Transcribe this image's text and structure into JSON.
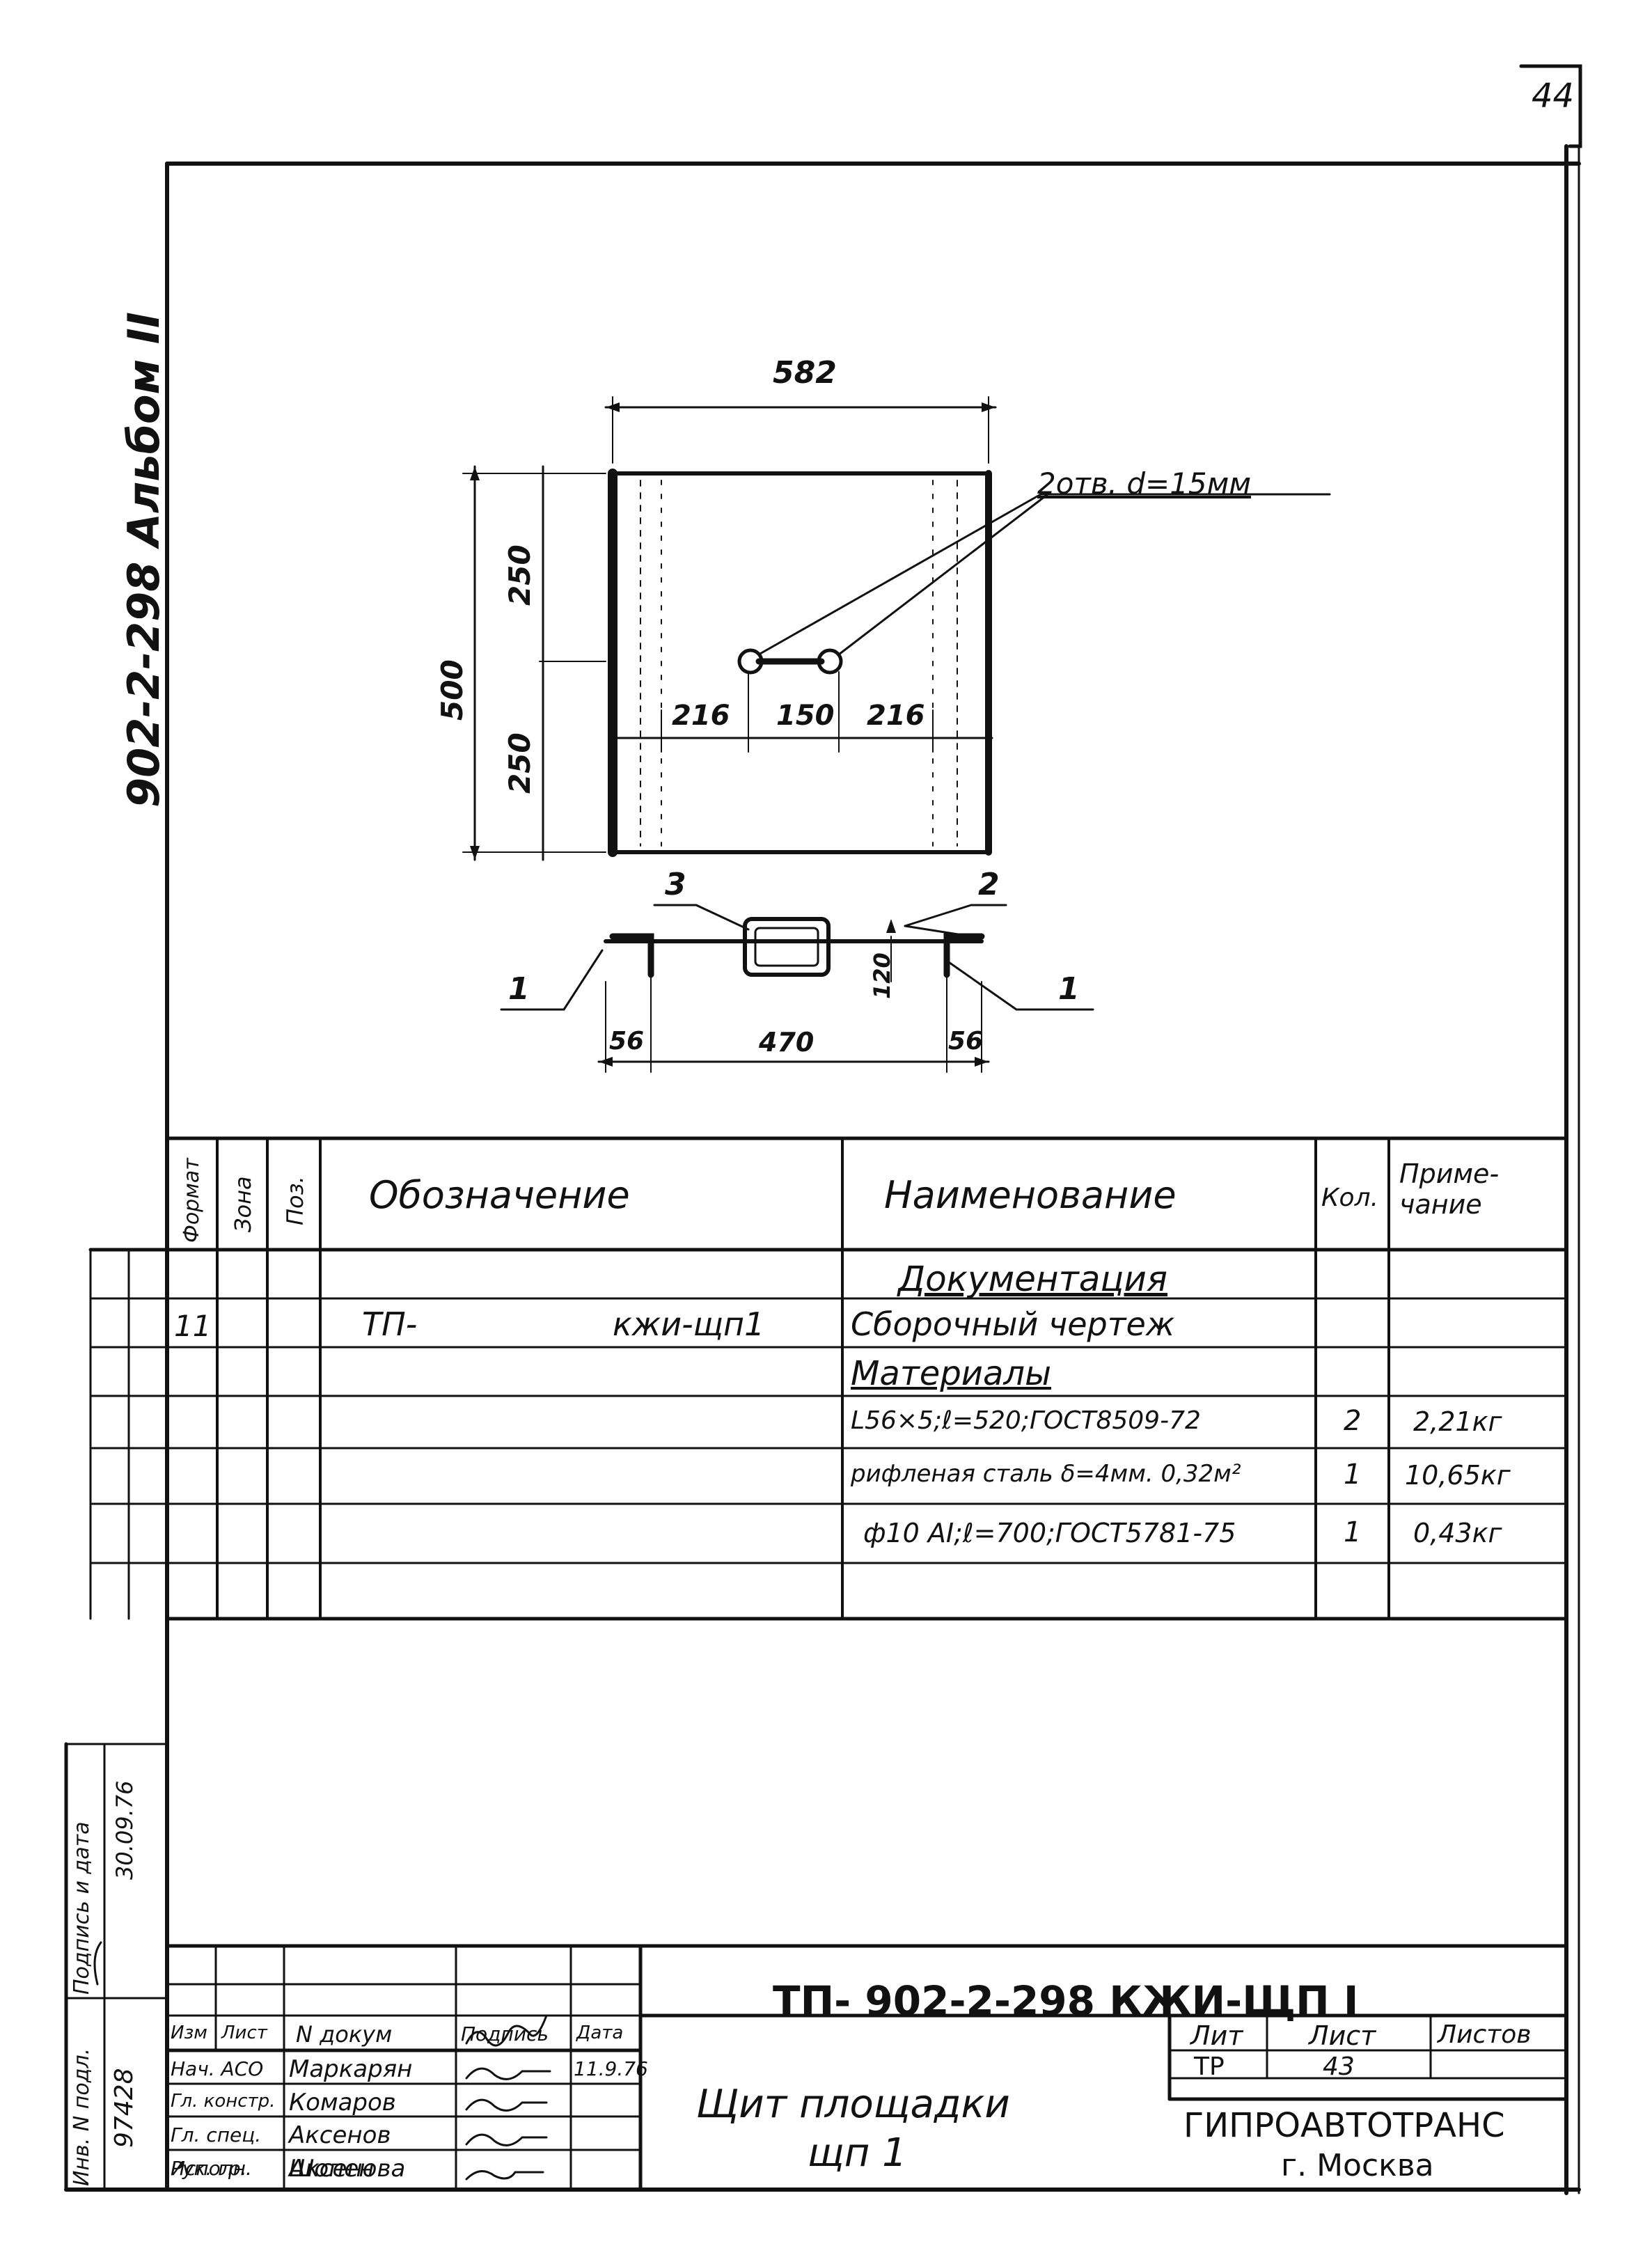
{
  "sheet_number_corner": "44",
  "side_album": "902-2-298  Альбом II",
  "drawing": {
    "dim_width": "582",
    "dim_height": "500",
    "dim_half_top": "250",
    "dim_half_bottom": "250",
    "dim_216_left": "216",
    "dim_150": "150",
    "dim_216_right": "216",
    "holes_note": "2отв. d=15мм",
    "section_label_3": "3",
    "section_label_2": "2",
    "section_label_1_left": "1",
    "section_label_1_right": "1",
    "dim_120": "120",
    "dim_56_left": "56",
    "dim_470": "470",
    "dim_56_right": "56"
  },
  "spec_header": {
    "format": "Формат",
    "zone": "Зона",
    "pos": "Поз.",
    "designation": "Обозначение",
    "name": "Наименование",
    "qty": "Кол.",
    "note": "Приме-чание"
  },
  "spec_rows": [
    {
      "format": "",
      "designation_a": "",
      "designation_b": "",
      "name": "Документация",
      "qty": "",
      "note": ""
    },
    {
      "format": "11",
      "designation_a": "ТП-",
      "designation_b": "кжи-щп1",
      "name": "Сборочный чертеж",
      "qty": "",
      "note": ""
    },
    {
      "format": "",
      "designation_a": "",
      "designation_b": "",
      "name": "Материалы",
      "qty": "",
      "note": ""
    },
    {
      "format": "",
      "designation_a": "",
      "designation_b": "",
      "name": "L56×5;ℓ=520;ГОСТ8509-72",
      "qty": "2",
      "note": "2,21кг"
    },
    {
      "format": "",
      "designation_a": "",
      "designation_b": "",
      "name": "рифленая сталь δ=4мм. 0,32м²",
      "qty": "1",
      "note": "10,65кг"
    },
    {
      "format": "",
      "designation_a": "",
      "designation_b": "",
      "name": "ф10 АI;ℓ=700;ГОСТ5781-75",
      "qty": "1",
      "note": "0,43кг"
    }
  ],
  "left_margin": {
    "inv_label": "Инв. N подл.",
    "inv_value": "97428",
    "sign_label": "Подпись и дата",
    "sign_value": "30.09.76"
  },
  "title_block": {
    "code": "ТП- 902-2-298 КЖИ-ЩП I",
    "object_name_1": "Щит площадки",
    "object_name_2": "щп 1",
    "col_izm": "Изм",
    "col_list": "Лист",
    "col_doc": "N докум",
    "col_sign": "Подпись",
    "col_date": "Дата",
    "roles": [
      {
        "role": "Нач. АСО",
        "name": "Маркарян"
      },
      {
        "role": "Гл. констр.",
        "name": "Комаров"
      },
      {
        "role": "Гл. спец.",
        "name": "Аксенов"
      },
      {
        "role": "Рук. гр.",
        "name": "Аксенова"
      },
      {
        "role": "Исполн.",
        "name": "Шопен"
      }
    ],
    "date_value": "11.9.76",
    "lit_label": "Лит",
    "sheet_label": "Лист",
    "sheets_label": "Листов",
    "lit_value": "ТР",
    "sheet_value": "43",
    "org": "ГИПРОАВТОТРАНС",
    "city": "г. Москва"
  }
}
